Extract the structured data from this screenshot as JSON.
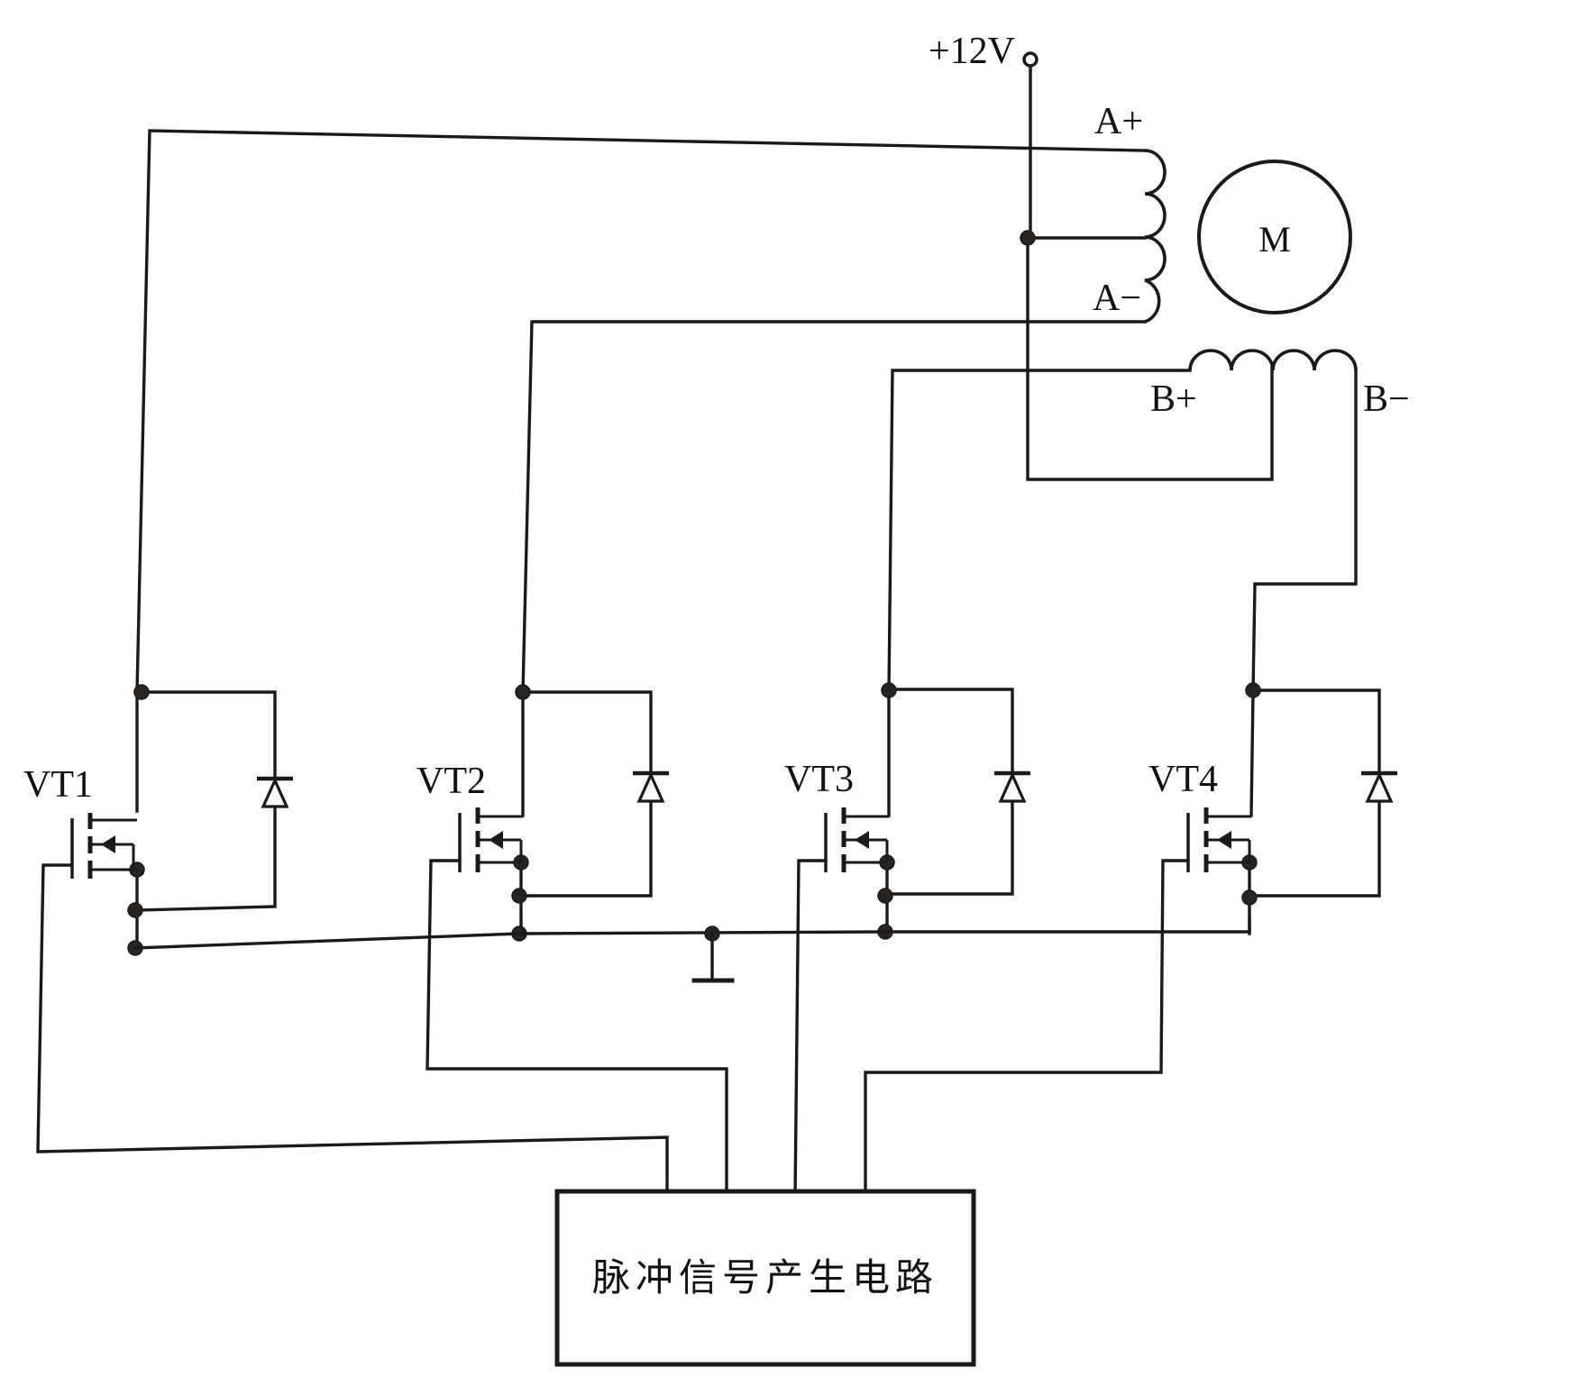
{
  "supply": {
    "label": "+12V"
  },
  "coil_a": {
    "plus": "A+",
    "minus": "A−"
  },
  "coil_b": {
    "plus": "B+",
    "minus": "B−"
  },
  "motor": {
    "label": "M"
  },
  "transistors": [
    {
      "label": "VT1"
    },
    {
      "label": "VT2"
    },
    {
      "label": "VT3"
    },
    {
      "label": "VT4"
    }
  ],
  "pulse_box": {
    "label": "脉冲信号产生电路"
  }
}
